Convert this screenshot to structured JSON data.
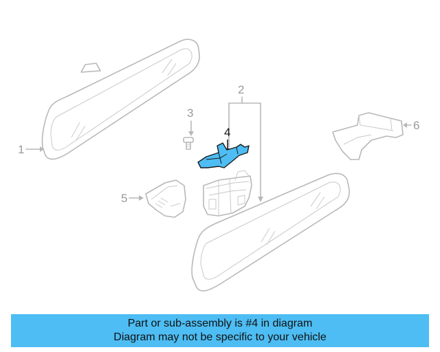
{
  "callouts": {
    "c1": "1",
    "c2": "2",
    "c3": "3",
    "c4": "4",
    "c5": "5",
    "c6": "6"
  },
  "colors": {
    "highlight_fill": "#4dbdf3",
    "outline_gray": "#b8b8b8",
    "banner_bg": "#4dbdf3"
  },
  "banner": {
    "line1": "Part or sub-assembly is #4 in diagram",
    "line2": "Diagram may not be specific to your vehicle"
  }
}
